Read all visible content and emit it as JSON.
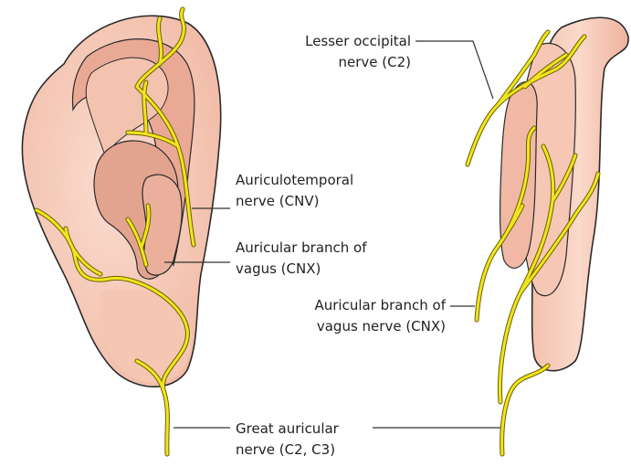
{
  "colors": {
    "skin": "#f7c9b6",
    "skin_dark": "#e7ab97",
    "skin_deep": "#d99a86",
    "outline": "#2a2a2a",
    "nerve": "#f2e41f",
    "nerve_outline": "#6b6200",
    "leader": "#333333",
    "text": "#222222"
  },
  "labels": {
    "lesser_occipital": {
      "line1": "Lesser occipital",
      "line2": "nerve (C2)"
    },
    "auriculotemporal": {
      "line1": "Auriculotemporal",
      "line2": "nerve (CNV)"
    },
    "auricular_branch_vagus": {
      "line1": "Auricular branch of",
      "line2": "vagus (CNX)"
    },
    "auricular_branch_vagus_nerve": {
      "line1": "Auricular branch of",
      "line2": "vagus nerve (CNX)"
    },
    "great_auricular": {
      "line1": "Great auricular",
      "line2": "nerve (C2, C3)"
    }
  }
}
